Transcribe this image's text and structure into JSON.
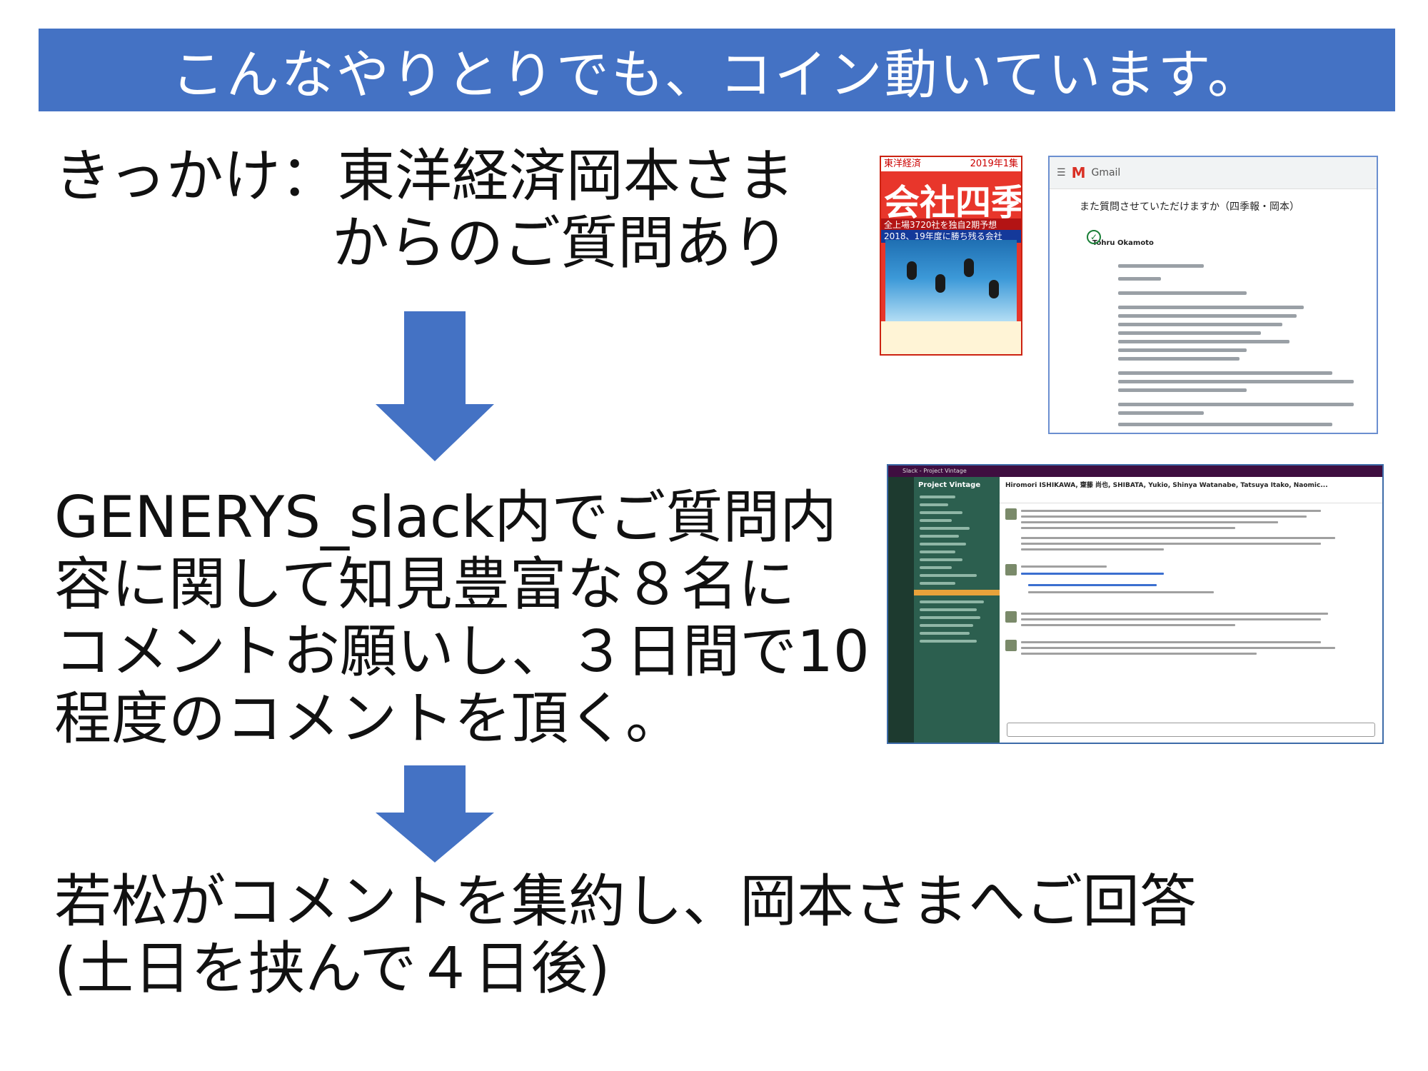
{
  "header": {
    "title": "こんなやりとりでも、コイン動いています。"
  },
  "steps": {
    "step1_line1": "きっかけ：東洋経済岡本さま",
    "step1_line2": "からのご質問あり",
    "step2_line1": "GENERYS_slack内でご質問内",
    "step2_line2": "容に関して知見豊富な８名に",
    "step2_line3": "コメントお願いし、３日間で10",
    "step2_line4": "程度のコメントを頂く。",
    "step3_line1": "若松がコメントを集約し、岡本さまへご回答",
    "step3_line2": "(土日を挟んで４日後)"
  },
  "magazine": {
    "publisher": "東洋経済",
    "issue": "2019年1集",
    "logo": "会社四季報",
    "band1": "全上場3720社を独自2期予想",
    "band2": "2018、19年度に勝ち残る会社"
  },
  "gmail": {
    "app_name": "Gmail",
    "subject": "また質問させていただけますか（四季報・岡本）",
    "sender": "Tohru Okamoto"
  },
  "slack": {
    "window_title": "Slack - Project Vintage",
    "workspace": "Project Vintage",
    "channel_header": "Hiromori ISHIKAWA, 齋藤 尚也, SHIBATA, Yukio, Shinya Watanabe, Tatsuya Itako, Naomic..."
  },
  "colors": {
    "banner": "#4472c4",
    "arrow": "#4472c4"
  }
}
